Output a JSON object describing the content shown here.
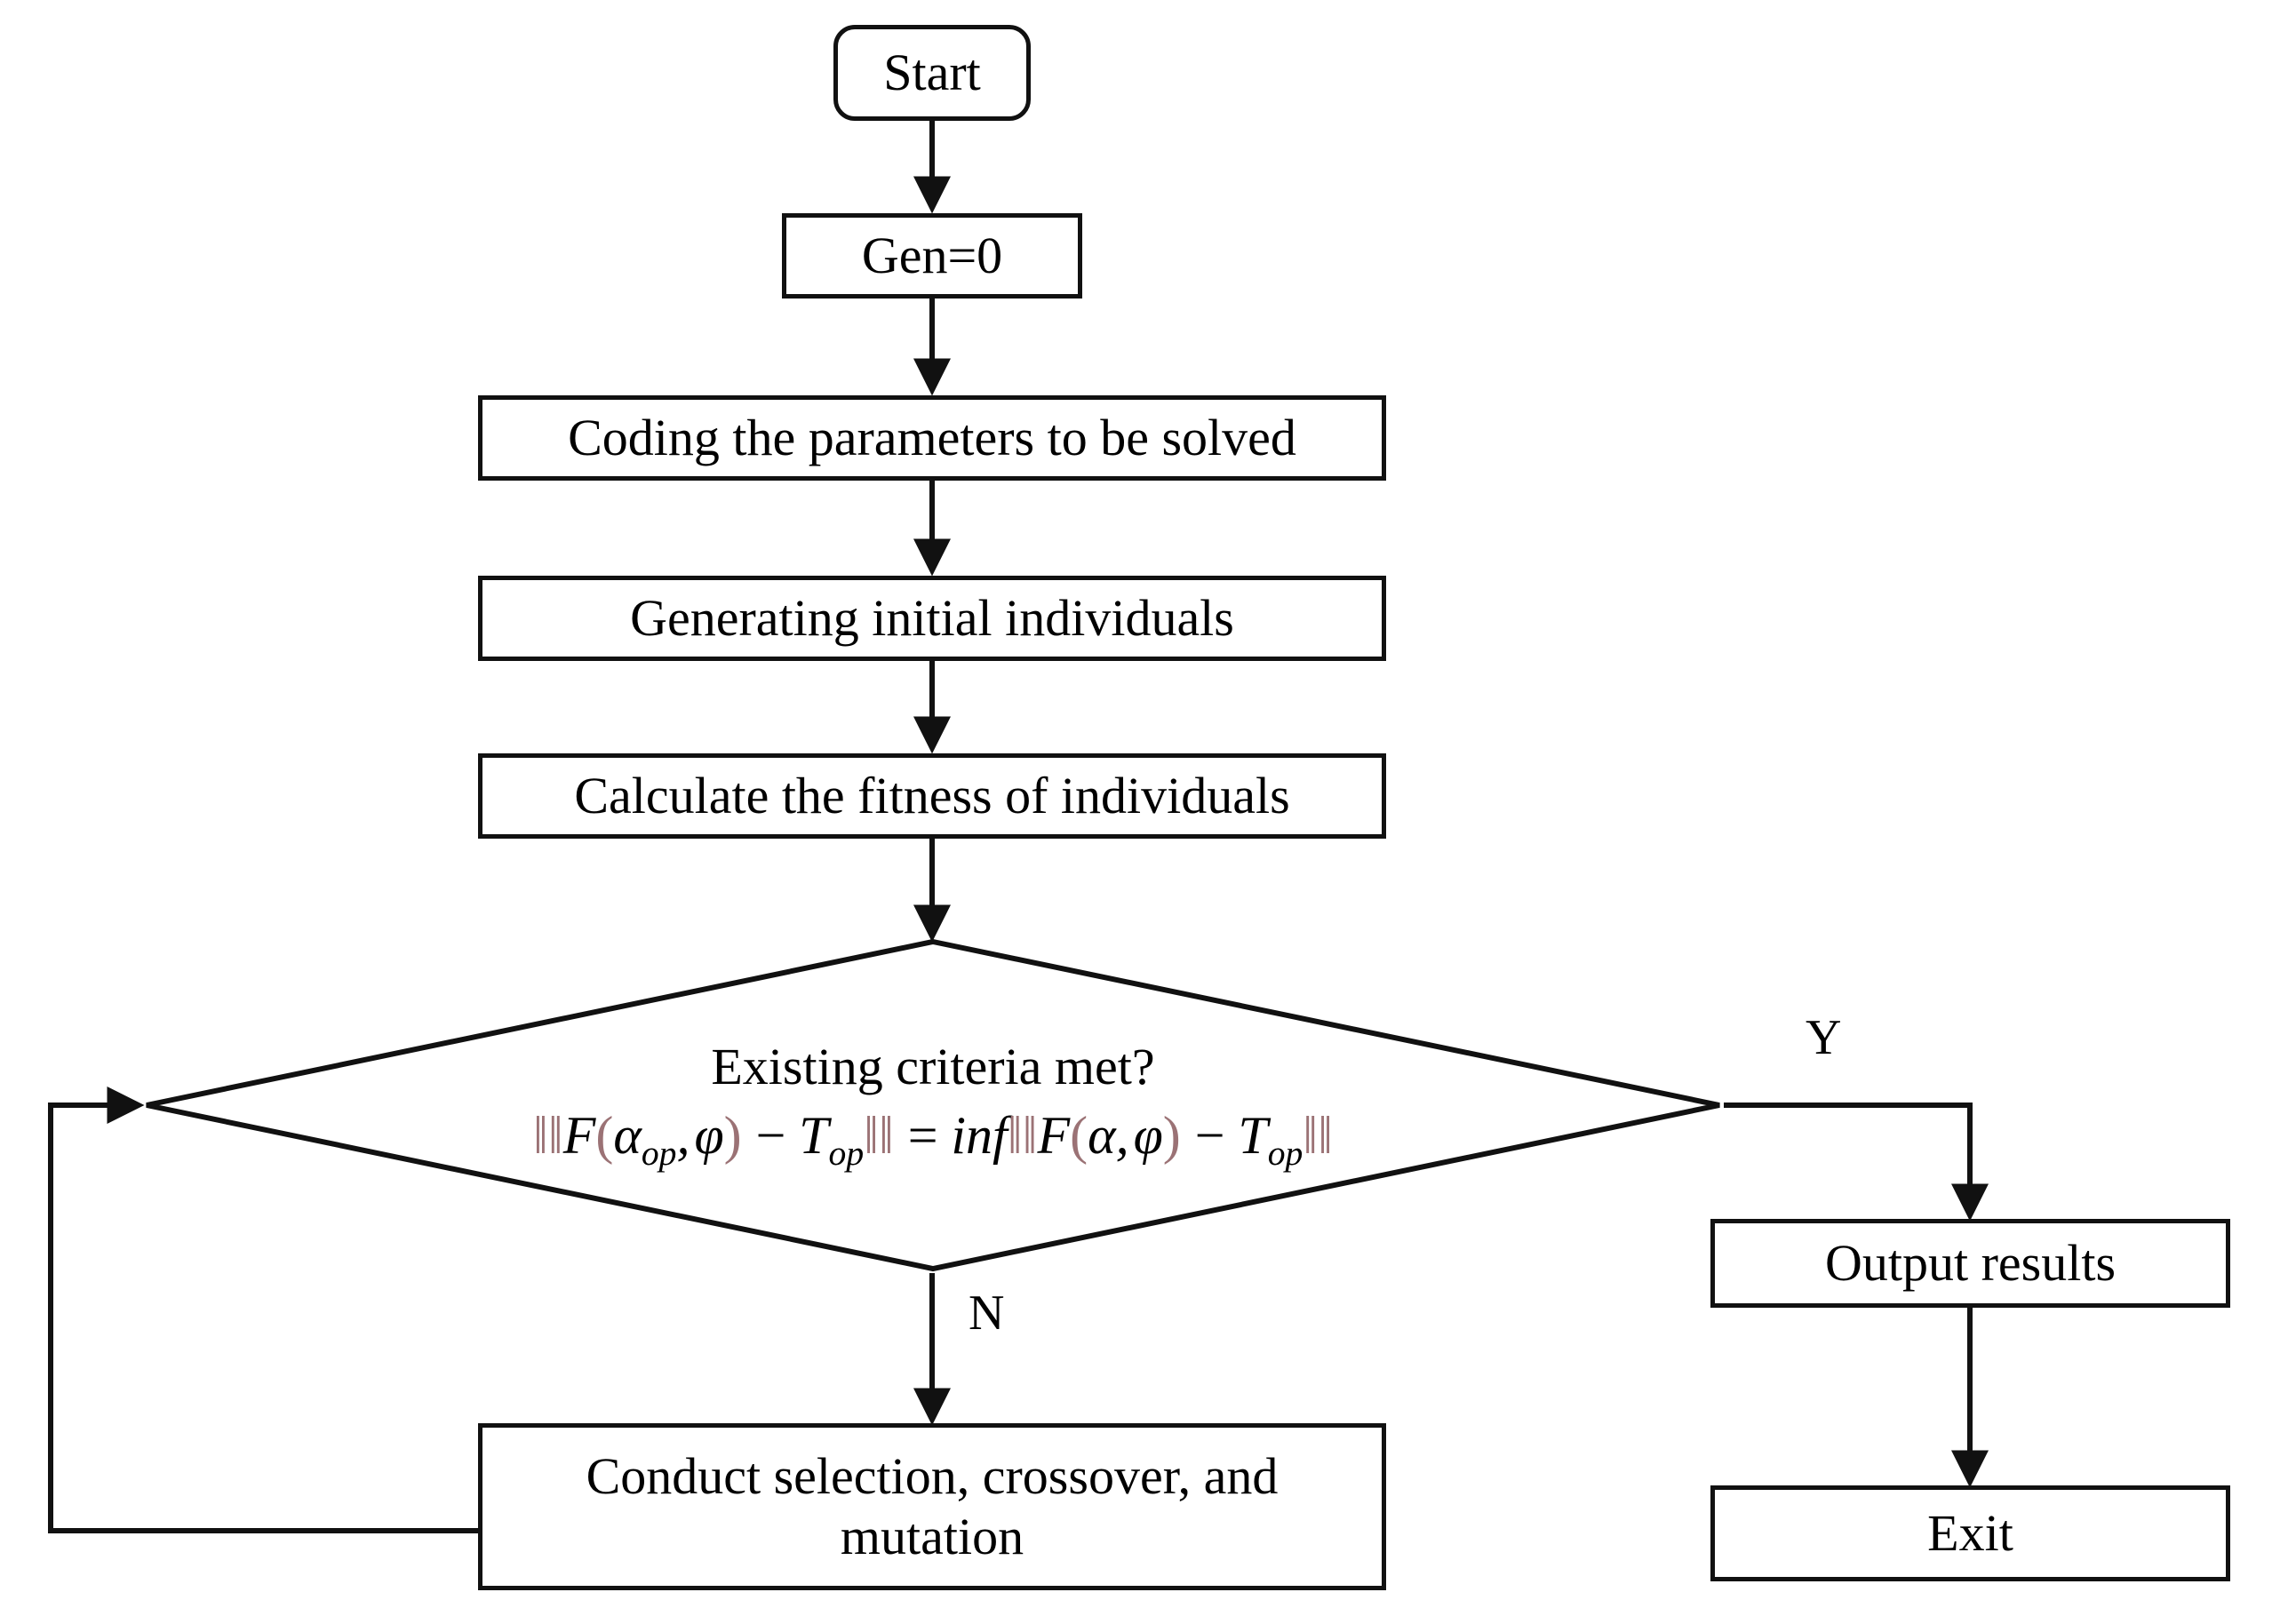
{
  "diagram": {
    "title": "Genetic algorithm optimization flowchart",
    "stroke_color": "#111111",
    "accent_color": "#9b7275",
    "background": "#ffffff",
    "nodes": {
      "start": {
        "label": "Start",
        "shape": "rounded-rectangle"
      },
      "gen": {
        "label": "Gen=0",
        "shape": "rectangle"
      },
      "coding": {
        "label": "Coding the parameters to be solved",
        "shape": "rectangle"
      },
      "generating": {
        "label": "Generating initial individuals",
        "shape": "rectangle"
      },
      "fitness": {
        "label": "Calculate the fitness of individuals",
        "shape": "rectangle"
      },
      "decision": {
        "shape": "diamond",
        "question": "Existing criteria met?",
        "formula_plain": "||F(αop, φ) − Top|| = inf||F(α, φ) − Top||",
        "formula_parts": {
          "norm_open_1": "‖",
          "f1": "F",
          "paren_open_1": "(",
          "alpha_1": "α",
          "alpha_1_sub": "op",
          "comma_1": ",",
          "phi_1": "φ",
          "paren_close_1": ")",
          "minus_1": "−",
          "t_1": "T",
          "t_1_sub": "op",
          "norm_close_1": "‖",
          "equals": "=",
          "inf": "inf",
          "norm_open_2": "‖",
          "f2": "F",
          "paren_open_2": "(",
          "alpha_2": "α",
          "comma_2": ",",
          "phi_2": "φ",
          "paren_close_2": ")",
          "minus_2": "−",
          "t_2": "T",
          "t_2_sub": "op",
          "norm_close_2": "‖"
        }
      },
      "conduct": {
        "label": "Conduct selection, crossover, and\nmutation",
        "shape": "rectangle"
      },
      "output": {
        "label": "Output results",
        "shape": "rectangle"
      },
      "exit": {
        "label": "Exit",
        "shape": "rectangle"
      }
    },
    "branch_labels": {
      "yes": "Y",
      "no": "N"
    },
    "edges": [
      {
        "from": "start",
        "to": "gen",
        "label": ""
      },
      {
        "from": "gen",
        "to": "coding",
        "label": ""
      },
      {
        "from": "coding",
        "to": "generating",
        "label": ""
      },
      {
        "from": "generating",
        "to": "fitness",
        "label": ""
      },
      {
        "from": "fitness",
        "to": "decision",
        "label": ""
      },
      {
        "from": "decision",
        "to": "output",
        "label": "Y"
      },
      {
        "from": "decision",
        "to": "conduct",
        "label": "N"
      },
      {
        "from": "output",
        "to": "exit",
        "label": ""
      },
      {
        "from": "conduct",
        "to": "decision",
        "label": ""
      }
    ]
  }
}
